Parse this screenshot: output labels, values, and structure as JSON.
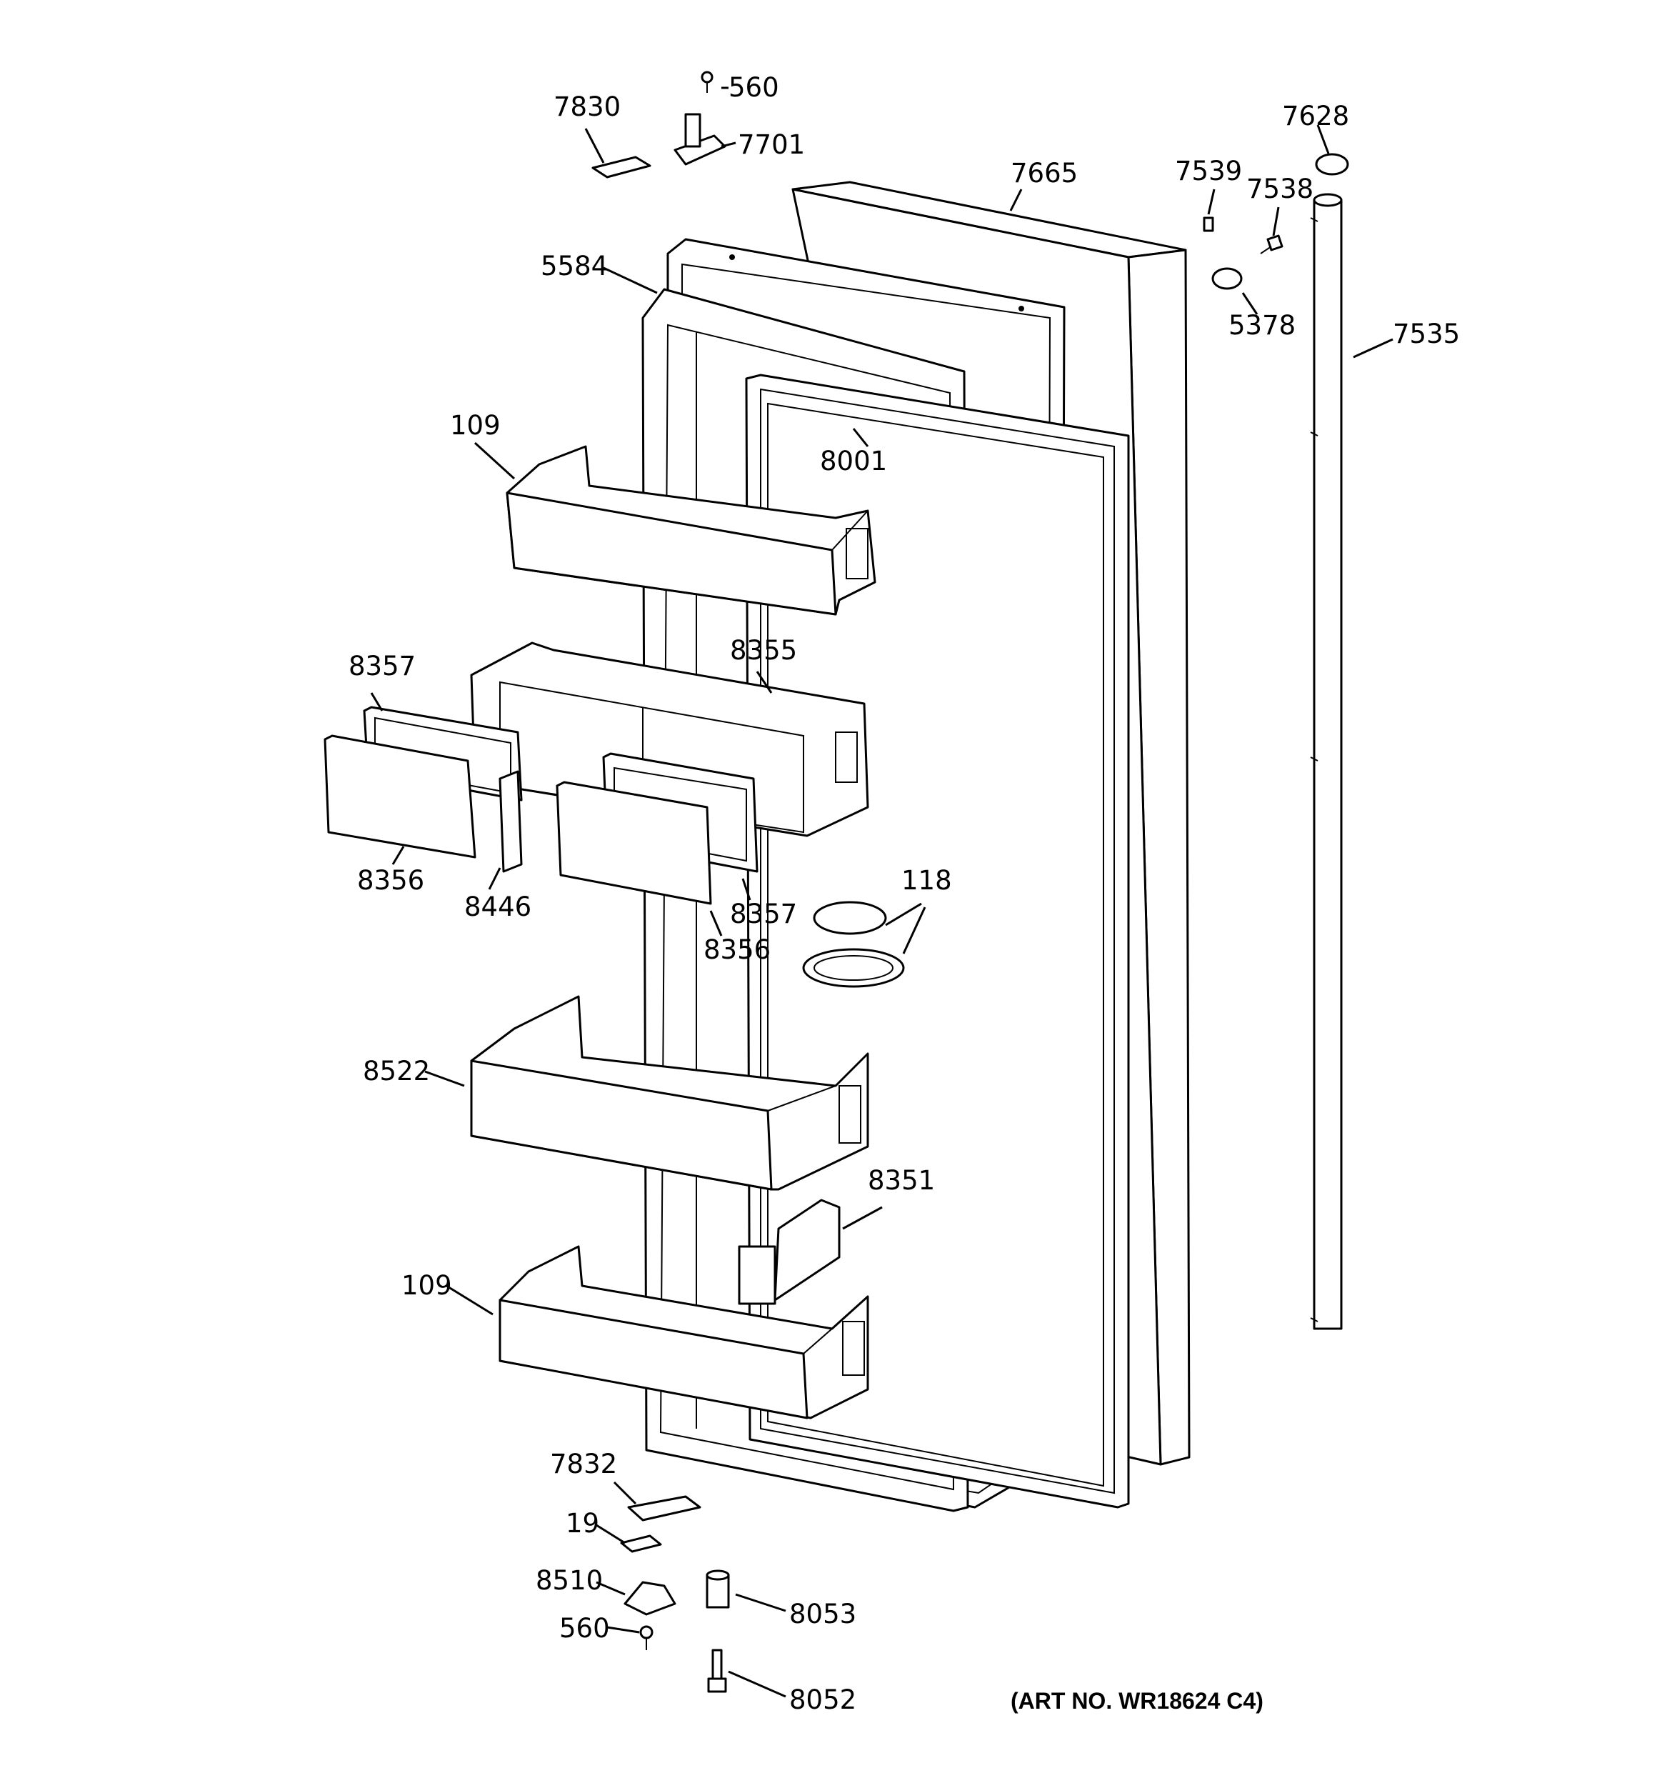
{
  "labels": {
    "screw_top": "560",
    "hinge_top_cover": "7830",
    "hinge_top": "7701",
    "outer_door": "7665",
    "handle_cap": "7628",
    "handle_spacer": "7539",
    "handle_screw": "7538",
    "handle_mount": "5378",
    "handle": "7535",
    "door_liner": "5584",
    "gasket": "8001",
    "bin_upper": "109",
    "dairy_compartment": "8355",
    "dairy_frame_left": "8357",
    "dairy_door_left": "8356",
    "dairy_hinge": "8446",
    "dairy_frame_right": "8357",
    "dairy_door_right": "8356",
    "egg_tray": "118",
    "bin_middle": "8522",
    "small_bin": "8351",
    "bin_lower": "109",
    "hinge_bottom_cover": "7832",
    "shim": "19",
    "hinge_bottom": "8510",
    "screw_bottom": "560",
    "bushing": "8053",
    "pin": "8052"
  },
  "art_no": "(ART NO. WR18624 C4)"
}
